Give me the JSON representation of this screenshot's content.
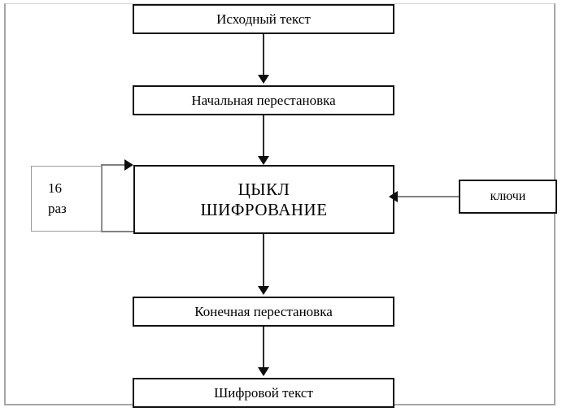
{
  "diagram": {
    "title": "DES encryption flowchart",
    "colors": {
      "box_border": "#111111",
      "loop_box_border": "#9a9a9a",
      "connector_dark": "#2b2b2b",
      "connector_gray": "#808080",
      "arrowhead": "#0d0d0d",
      "background": "#ffffff",
      "page_frame": "#a6a6a6"
    },
    "nodes": {
      "plaintext": {
        "label": "Исходный текст"
      },
      "initial_permutation": {
        "label": "Начальная перестановка"
      },
      "cycle": {
        "line1": "ЦЫКЛ",
        "line2": "ШИФРОВАНИЕ"
      },
      "loop_count": {
        "line1": "16",
        "line2": "раз"
      },
      "keys": {
        "label": "ключи"
      },
      "final_permutation": {
        "label": "Конечная перестановка"
      },
      "ciphertext": {
        "label": "Шифровой текст"
      }
    },
    "edges": [
      {
        "from": "plaintext",
        "to": "initial_permutation",
        "direction": "down"
      },
      {
        "from": "initial_permutation",
        "to": "cycle",
        "direction": "down"
      },
      {
        "from": "cycle",
        "to": "final_permutation",
        "direction": "down"
      },
      {
        "from": "final_permutation",
        "to": "ciphertext",
        "direction": "down"
      },
      {
        "from": "keys",
        "to": "cycle",
        "direction": "left"
      },
      {
        "from": "cycle",
        "to": "cycle",
        "direction": "loop-back"
      }
    ]
  }
}
